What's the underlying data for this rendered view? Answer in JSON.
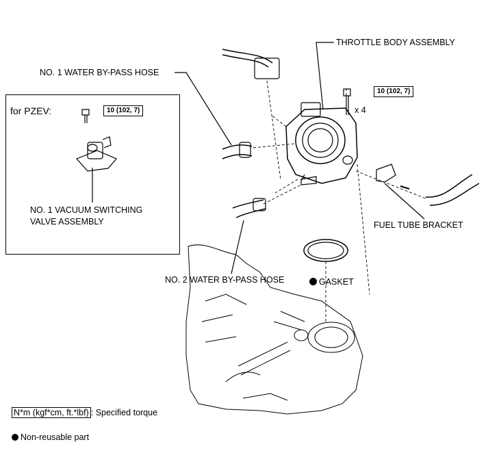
{
  "labels": {
    "throttle_body": "THROTTLE BODY ASSEMBLY",
    "water_hose_1": "NO. 1 WATER BY-PASS HOSE",
    "pzev": "for PZEV:",
    "vsv_line1": "NO. 1 VACUUM SWITCHING",
    "vsv_line2": "VALVE ASSEMBLY",
    "fuel_bracket": "FUEL TUBE BRACKET",
    "water_hose_2": "NO. 2 WATER BY-PASS HOSE",
    "gasket": "GASKET",
    "bolt_qty": "x 4"
  },
  "torque": {
    "main": "10 (102, 7)",
    "pzev": "10 (102, 7)"
  },
  "legend": {
    "torque_box": "N*m (kgf*cm, ft.*lbf)",
    "torque_text": ": Specified torque",
    "nonreusable_text": "Non-reusable part"
  }
}
